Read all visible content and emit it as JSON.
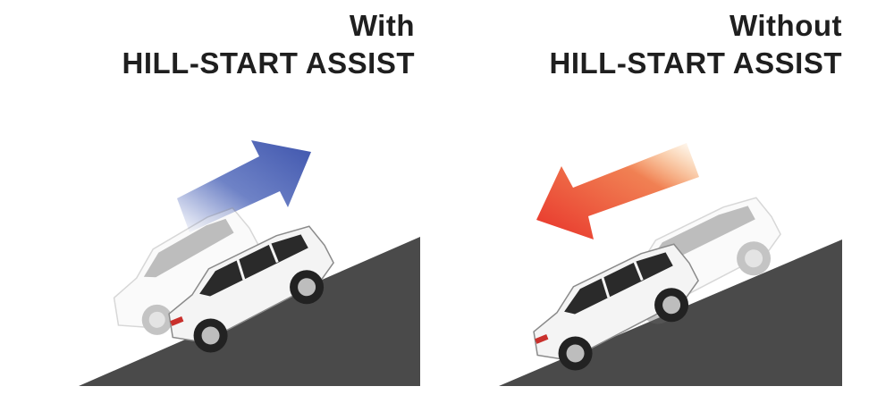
{
  "panels": [
    {
      "id": "with",
      "title_line1": "With",
      "title_line2": "HILL-START ASSIST",
      "arrow_direction": "uphill",
      "arrow_color": "#4a63b8",
      "vehicle_motion": "forward"
    },
    {
      "id": "without",
      "title_line1": "Without",
      "title_line2": "HILL-START ASSIST",
      "arrow_direction": "downhill",
      "arrow_color": "#e8322a",
      "vehicle_motion": "rolling-back"
    }
  ],
  "colors": {
    "slope": "#4a4a4a",
    "car_body": "#f2f2f2",
    "car_window": "#2a2a2a",
    "text": "#1f1f1f"
  }
}
